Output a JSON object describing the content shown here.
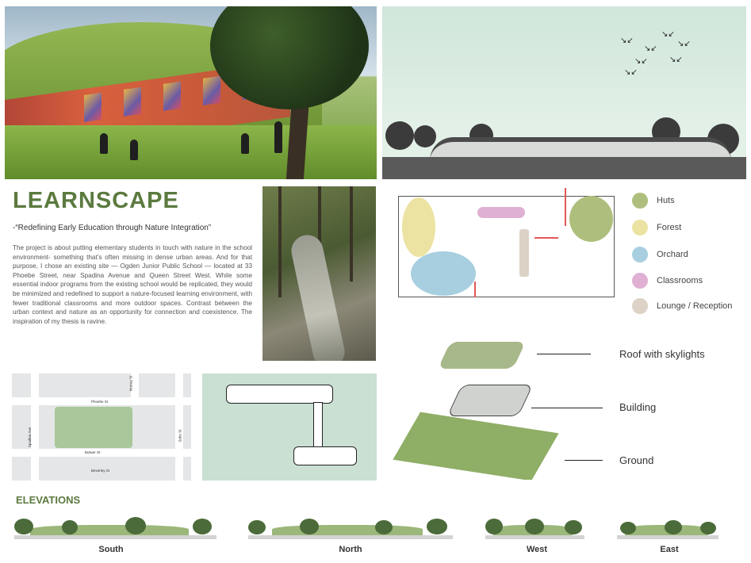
{
  "project": {
    "title": "LEARNSCAPE",
    "subtitle": "-“Redefining Early Education through Nature Integration”",
    "description": "The project is about putting elementary students in touch with nature in the school environment- something that’s often missing in dense urban areas.  And for that purpose, I chose an existing site — Ogden Junior Public School — located at 33 Phoebe Street, near Spadina Avenue and Queen Street West. While some essential indoor programs from the existing school would be replicated, they would be minimized and redefined to support a nature-focused learning environment, with fewer traditional classrooms and more outdoor spaces.  Contrast between the urban context and nature as an opportunity for connection and coexistence. The inspiration of my thesis is ravine."
  },
  "site_plan": {
    "streets": [
      "Phoebe St",
      "Beverley St",
      "Spadina Ave",
      "Soho St",
      "Murray St",
      "Bulwer St"
    ]
  },
  "legend": {
    "items": [
      {
        "label": "Huts",
        "color": "#aebf7d"
      },
      {
        "label": "Forest",
        "color": "#ece3a3"
      },
      {
        "label": "Orchard",
        "color": "#a8cfe0"
      },
      {
        "label": "Classrooms",
        "color": "#dfb0d3"
      },
      {
        "label": "Lounge / Reception",
        "color": "#dcd2c6"
      }
    ]
  },
  "axonometric": {
    "layers": [
      "Roof with skylights",
      "Building",
      "Ground"
    ]
  },
  "elevations": {
    "heading": "ELEVATIONS",
    "views": [
      "South",
      "North",
      "West",
      "East"
    ]
  },
  "colors": {
    "accent_green": "#5b7a3f",
    "arrow_red": "#e05757"
  }
}
